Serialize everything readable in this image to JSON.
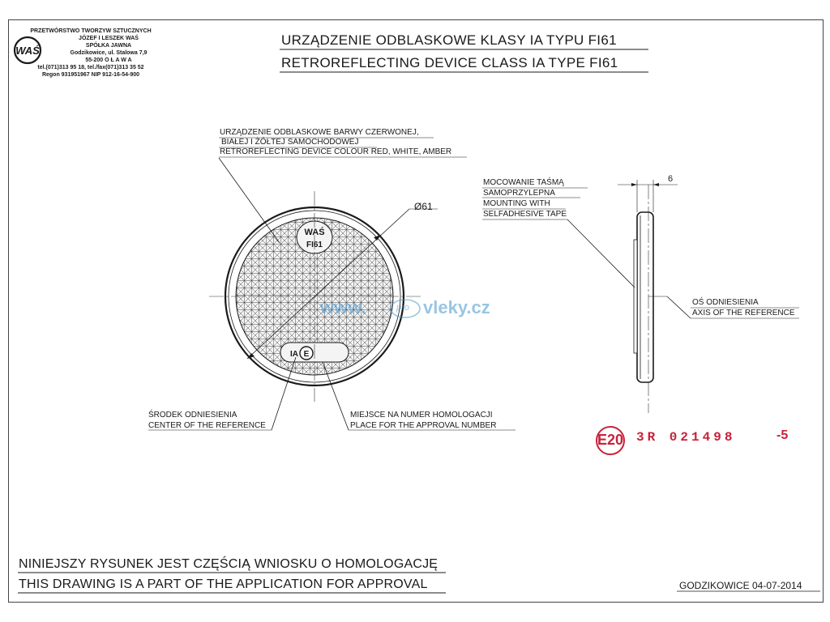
{
  "company": {
    "lines": [
      "PRZETWÓRSTWO TWORZYW SZTUCZNYCH",
      "JÓZEF I LESZEK WAŚ",
      "SPÓŁKA JAWNA",
      "Godzikowice, ul. Stalowa 7,9",
      "55-200  O Ł A W A",
      "tel.(071)313 95 18, tel./fax(071)313 35 52",
      "Regon 931951967 NIP 912-16-54-900"
    ],
    "logo_text": "WAŚ"
  },
  "title": {
    "pl": "URZĄDZENIE ODBLASKOWE  KLASY IA TYPU FI61",
    "en": "RETROREFLECTING DEVICE  CLASS IA TYPE FI61"
  },
  "callouts": {
    "device": [
      "URZĄDZENIE ODBLASKOWE BARWY CZERWONEJ,",
      "BIAŁEJ I ŻÓŁTEJ SAMOCHODOWEJ",
      "RETROREFLECTING DEVICE COLOUR RED, WHITE, AMBER"
    ],
    "diameter": "Ø61",
    "mounting": [
      "MOCOWANIE TAŚMĄ",
      "SAMOPRZYLEPNA",
      "MOUNTING WITH",
      "SELFADHESIVE TAPE"
    ],
    "thickness": "6",
    "axis": [
      "OŚ ODNIESIENIA",
      "AXIS OF THE REFERENCE"
    ],
    "center": [
      "ŚRODEK ODNIESIENIA",
      "CENTER OF THE REFERENCE"
    ],
    "approval_place": [
      "MIEJSCE NA NUMER HOMOLOGACJI",
      "PLACE FOR THE APPROVAL NUMBER"
    ]
  },
  "lens_marks": {
    "brand": "WAŚ",
    "type": "FI61",
    "class": "IA",
    "e_mark": "E"
  },
  "approval": {
    "e_stamp": "E20",
    "number": "3R  021498",
    "suffix": "-5"
  },
  "watermark": {
    "left": "www.",
    "middle": "pro",
    "right": "vleky.cz"
  },
  "footer": {
    "pl": "NINIEJSZY RYSUNEK JEST CZĘŚCIĄ WNIOSKU O  HOMOLOGACJĘ",
    "en": "THIS DRAWING IS A PART OF THE APPLICATION FOR  APPROVAL",
    "place_date": "GODZIKOWICE 04-07-2014"
  },
  "colors": {
    "ink": "#1a1a1a",
    "stamp": "#c8223a",
    "watermark": "#4696cd"
  }
}
